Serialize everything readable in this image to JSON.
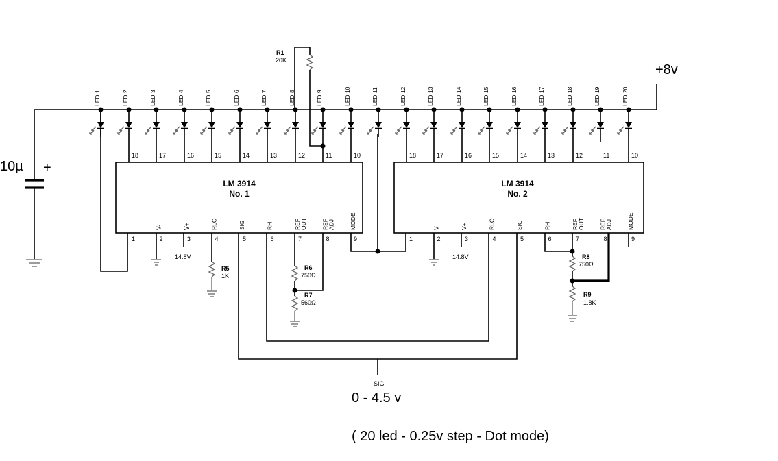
{
  "supply": {
    "label": "+8v"
  },
  "capacitor": {
    "value": "10µ",
    "polarity": "+"
  },
  "leds": [
    "LED 1",
    "LED 2",
    "LED 3",
    "LED 4",
    "LED 5",
    "LED 6",
    "LED 7",
    "LED 8",
    "LED 9",
    "LED 10",
    "LED 11",
    "LED 12",
    "LED 13",
    "LED 14",
    "LED 15",
    "LED 16",
    "LED 17",
    "LED 18",
    "LED 19",
    "LED 20"
  ],
  "top_pins": [
    "18",
    "17",
    "16",
    "15",
    "14",
    "13",
    "12",
    "11",
    "10"
  ],
  "ic1": {
    "name": "LM 3914",
    "number": "No. 1",
    "bottom_pins": [
      "1",
      "2",
      "3",
      "4",
      "5",
      "6",
      "7",
      "8",
      "9"
    ],
    "pin_names": [
      "V-",
      "V+",
      "RLO",
      "SIG",
      "RHI",
      "REF OUT",
      "REF ADJ",
      "MODE"
    ],
    "vplus_voltage": "14.8V"
  },
  "ic2": {
    "name": "LM 3914",
    "number": "No. 2",
    "bottom_pins": [
      "1",
      "2",
      "3",
      "4",
      "5",
      "6",
      "7",
      "8",
      "9"
    ],
    "pin_names": [
      "V-",
      "V+",
      "RLO",
      "SIG",
      "RHI",
      "REF OUT",
      "REF ADJ",
      "MODE"
    ],
    "vplus_voltage": "14.8V"
  },
  "resistors": {
    "r1": {
      "name": "R1",
      "value": "20K"
    },
    "r5": {
      "name": "R5",
      "value": "1K"
    },
    "r6": {
      "name": "R6",
      "value": "750Ω"
    },
    "r7": {
      "name": "R7",
      "value": "560Ω"
    },
    "r8": {
      "name": "R8",
      "value": "750Ω"
    },
    "r9": {
      "name": "R9",
      "value": "1.8K"
    }
  },
  "input": {
    "label": "SIG",
    "range": "0 - 4.5 v"
  },
  "note": "( 20 led  - 0.25v step  - Dot mode)"
}
